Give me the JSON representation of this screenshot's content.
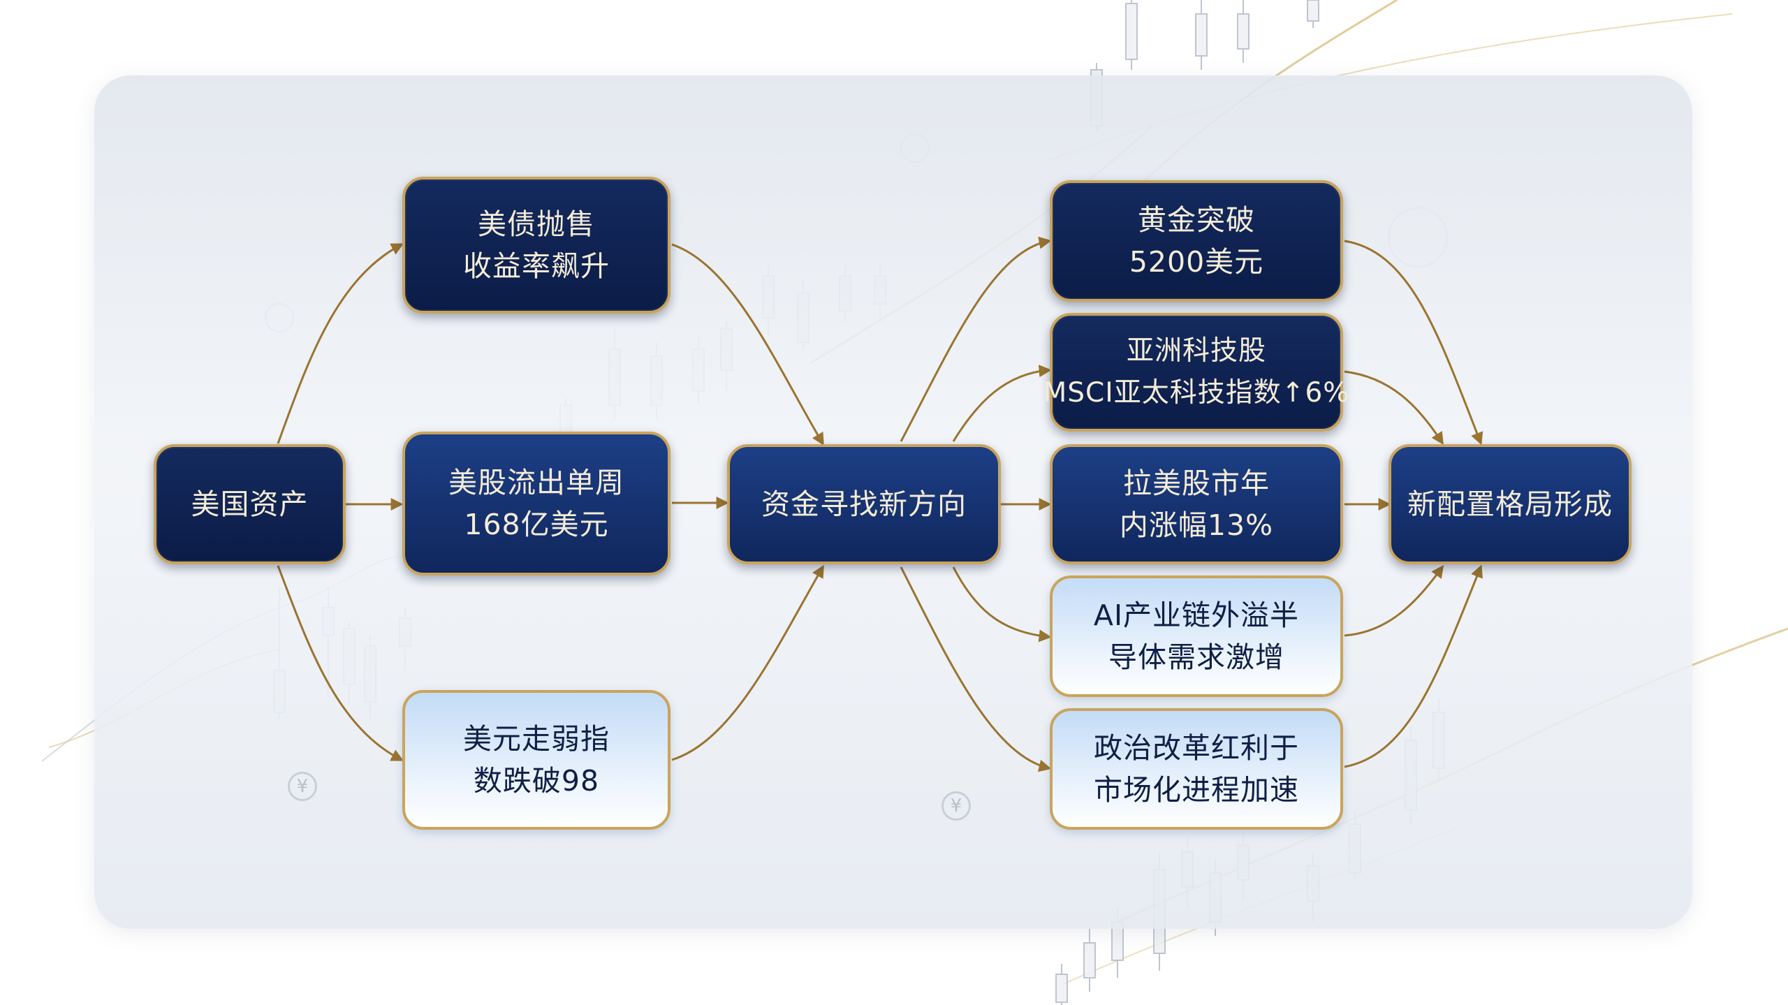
{
  "colors": {
    "dark_box": "#0b1c47",
    "mid_box": "#10275d",
    "light_box": "#c4dcf7",
    "border_gold": "#c9a45c",
    "arrow": "#9a7430"
  },
  "nodes": {
    "us_assets": {
      "lines": [
        "美国资产"
      ]
    },
    "treasury_selloff": {
      "lines": [
        "美债抛售",
        "收益率飙升"
      ]
    },
    "equity_outflow": {
      "lines": [
        "美股流出单周",
        "168亿美元"
      ]
    },
    "dollar_weak": {
      "lines": [
        "美元走弱指",
        "数跌破98"
      ]
    },
    "capital_seeking": {
      "lines": [
        "资金寻找新方向"
      ]
    },
    "gold_break": {
      "lines": [
        "黄金突破",
        "5200美元"
      ]
    },
    "asia_tech": {
      "lines": [
        "亚洲科技股",
        "MSCI亚太科技指数↑6%"
      ]
    },
    "latam_stocks": {
      "lines": [
        "拉美股市年",
        "内涨幅13%"
      ]
    },
    "ai_chain": {
      "lines": [
        "AI产业链外溢半",
        "导体需求激增"
      ]
    },
    "political_reform": {
      "lines": [
        "政治改革红利于",
        "市场化进程加速"
      ]
    },
    "new_allocation": {
      "lines": [
        "新配置格局形成"
      ]
    }
  },
  "decor": {
    "currency_glyphs": [
      "¥",
      "¥"
    ]
  }
}
